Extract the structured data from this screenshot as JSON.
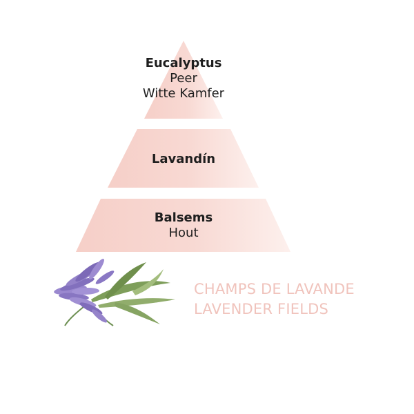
{
  "pyramid": {
    "top_notes": {
      "primary": "Eucalyptus",
      "secondary": [
        "Peer",
        "Witte Kamfer"
      ]
    },
    "heart_notes": {
      "primary": "Lavandín"
    },
    "base_notes": {
      "primary": "Balsems",
      "secondary": [
        "Hout"
      ]
    }
  },
  "fragrance": {
    "name_fr": "CHAMPS DE LAVANDE",
    "name_en": "LAVENDER FIELDS"
  },
  "colors": {
    "pyramid_light": "#fbeae6",
    "pyramid_dark": "#f6cfc8",
    "title": "#f0c3bc",
    "lavender": "#8e7bc4",
    "leaf": "#6b8e50"
  },
  "icons": [
    "lavender-bouquet-illustration"
  ]
}
